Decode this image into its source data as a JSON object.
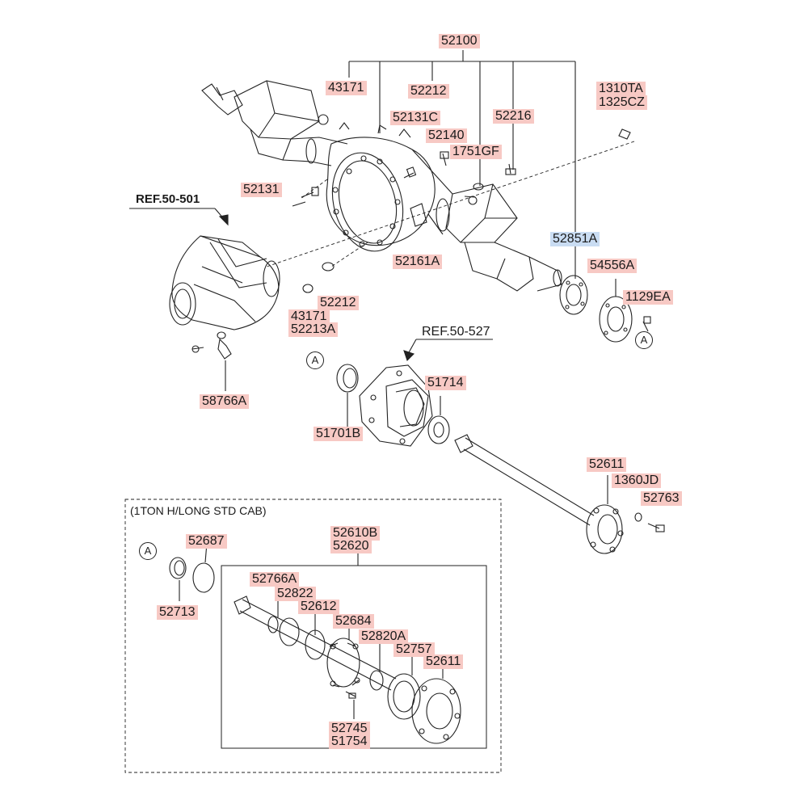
{
  "parts": {
    "p52100": "52100",
    "p43171_top": "43171",
    "p52212_top": "52212",
    "p52131C": "52131C",
    "p52216": "52216",
    "p52140": "52140",
    "p1751GF": "1751GF",
    "p1310TA": "1310TA",
    "p1325CZ": "1325CZ",
    "p52131": "52131",
    "p52851A": "52851A",
    "p52161A": "52161A",
    "p54556A": "54556A",
    "p1129EA": "1129EA",
    "p52212_mid": "52212",
    "p43171_mid": "43171",
    "p52213A": "52213A",
    "p58766A": "58766A",
    "p51714": "51714",
    "p51701B": "51701B",
    "p52611_a": "52611",
    "p1360JD": "1360JD",
    "p52763": "52763",
    "p52687": "52687",
    "p52713": "52713",
    "p52610B": "52610B",
    "p52620": "52620",
    "p52766A": "52766A",
    "p52822": "52822",
    "p52612": "52612",
    "p52684": "52684",
    "p52820A": "52820A",
    "p52757": "52757",
    "p52611_b": "52611",
    "p52745": "52745",
    "p51754": "51754"
  },
  "references": {
    "ref_50_501": "REF.50-501",
    "ref_50_527": "REF.50-527"
  },
  "variant_box_caption": "(1TON H/LONG STD CAB)",
  "markers": {
    "a1": "A",
    "a2": "A",
    "a3": "A"
  },
  "colors": {
    "label_bg": "#f7c9c4",
    "highlight_bg": "#c9dcf2",
    "line": "#222222"
  }
}
